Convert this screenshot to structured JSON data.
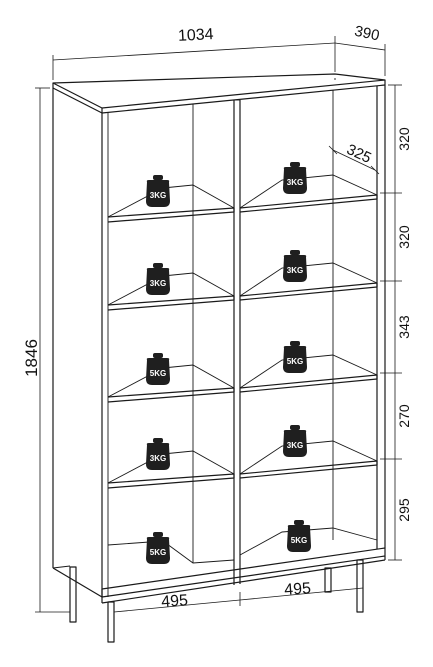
{
  "dimensions": {
    "overall_width": "1034",
    "overall_depth": "390",
    "overall_height": "1846",
    "shelf_depth": "325",
    "compartment_width_left": "495",
    "compartment_width_right": "495",
    "shelf_spacings": [
      "320",
      "320",
      "343",
      "270",
      "295"
    ]
  },
  "weights": {
    "left_column": [
      "3KG",
      "3KG",
      "5KG",
      "3KG",
      "5KG"
    ],
    "right_column": [
      "3KG",
      "3KG",
      "5KG",
      "3KG",
      "5KG"
    ]
  },
  "colors": {
    "line": "#1a1a1a",
    "background": "#ffffff",
    "weight_fill": "#1f1f1f"
  },
  "icons": {
    "weight": "kettlebell-weight-icon"
  }
}
